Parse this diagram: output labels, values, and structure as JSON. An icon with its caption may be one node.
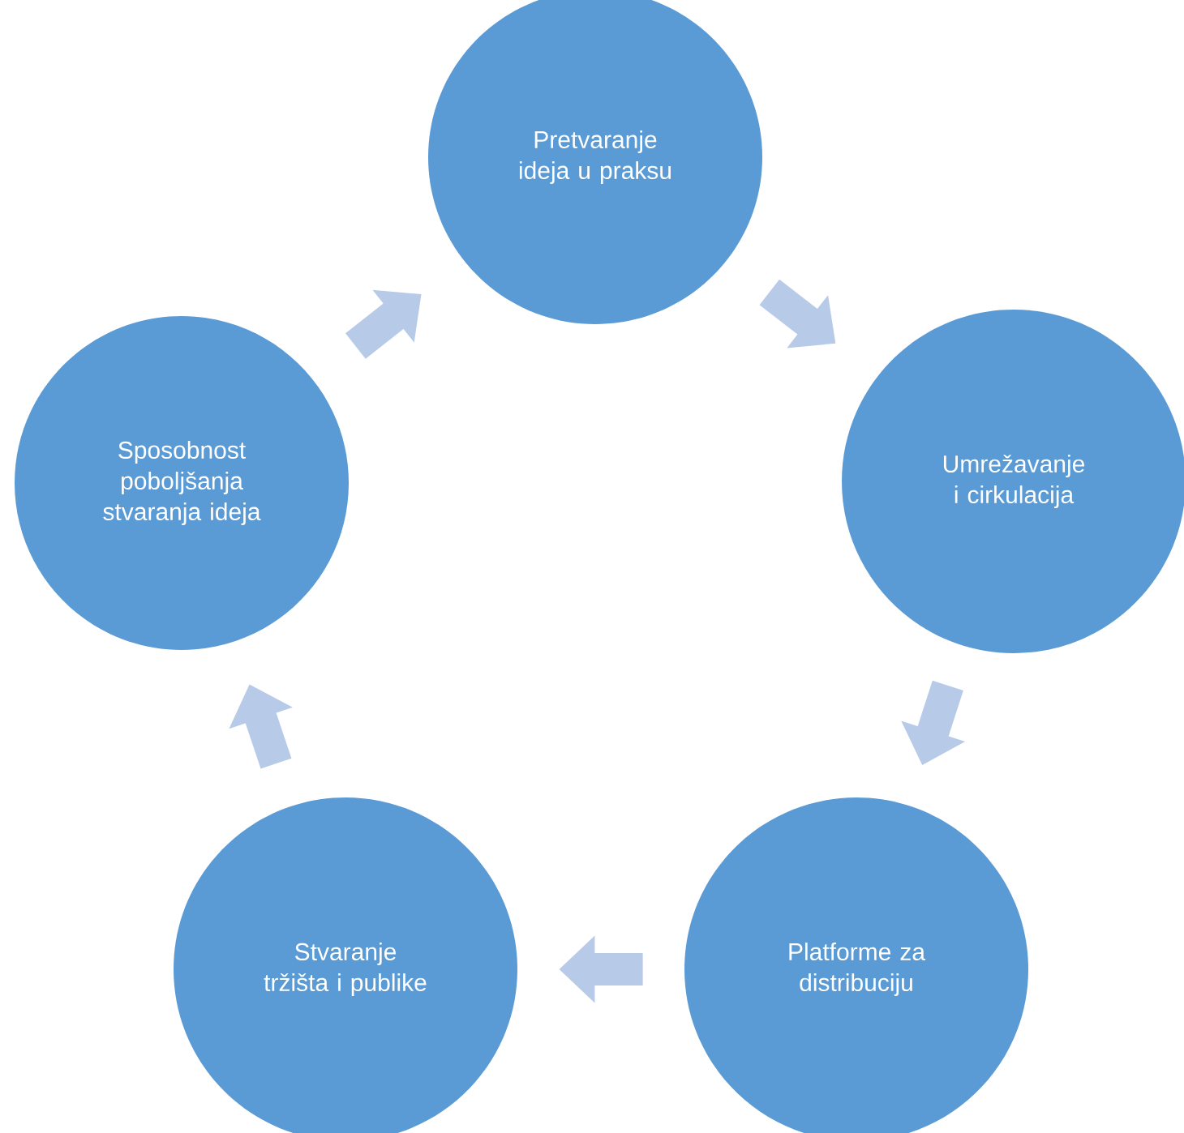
{
  "diagram": {
    "nodes": [
      {
        "text": [
          "Pretvaranje ideja u praksu"
        ]
      },
      {
        "text": [
          "Umrežavanje i cirkulacija"
        ]
      },
      {
        "text": [
          "Platforme za distribuciju"
        ]
      },
      {
        "text": [
          "Stvaranje tržišta i publike"
        ]
      },
      {
        "text": [
          "Sposobnost poboljšanja stvaranja ideja"
        ]
      }
    ],
    "edges": [
      {
        "from": 4,
        "to": 0,
        "arrow": "to"
      },
      {
        "from": 0,
        "to": 1,
        "arrow": "to"
      },
      {
        "from": 1,
        "to": 2,
        "arrow": "to"
      },
      {
        "from": 2,
        "to": 3,
        "arrow": "to"
      },
      {
        "from": 3,
        "to": 4,
        "arrow": "to"
      }
    ]
  }
}
